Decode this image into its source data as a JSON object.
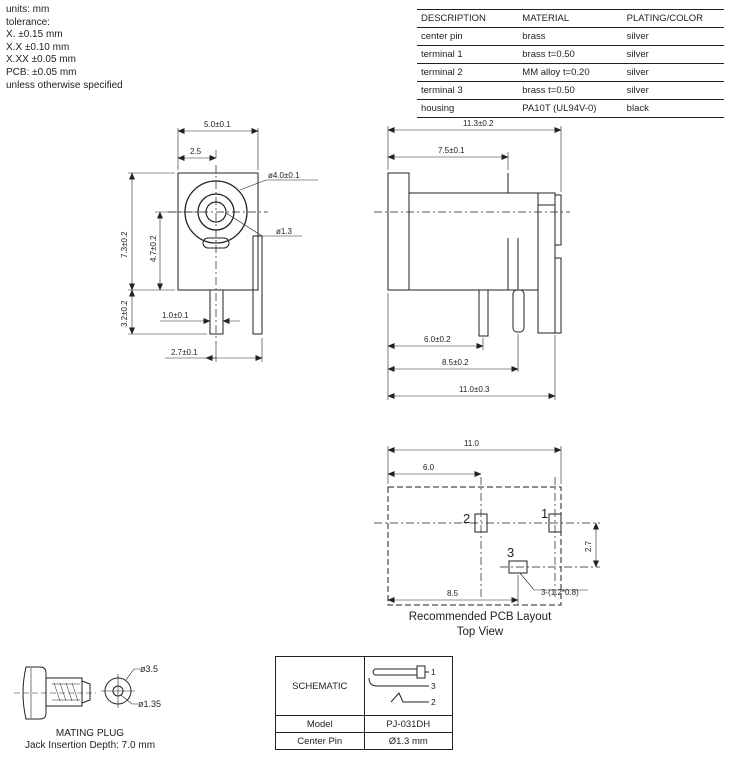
{
  "tolerance": {
    "lines": [
      "units: mm",
      "tolerance:",
      "X. ±0.15 mm",
      "X.X ±0.10 mm",
      "X.XX ±0.05 mm",
      "PCB: ±0.05 mm",
      "unless otherwise specified"
    ]
  },
  "materials": {
    "headers": [
      "DESCRIPTION",
      "MATERIAL",
      "PLATING/COLOR"
    ],
    "rows": [
      [
        "center pin",
        "brass",
        "silver"
      ],
      [
        "terminal 1",
        "brass t=0.50",
        "silver"
      ],
      [
        "terminal 2",
        "MM alloy t=0.20",
        "silver"
      ],
      [
        "terminal 3",
        "brass t=0.50",
        "silver"
      ],
      [
        "housing",
        "PA10T (UL94V-0)",
        "black"
      ]
    ]
  },
  "front_view": {
    "dim_width": "5.0±0.1",
    "dim_offset": "2.5",
    "dim_outer_dia": "ø4.0±0.1",
    "dim_pin_dia": "ø1.3",
    "dim_height": "7.3±0.2",
    "dim_center_height": "4.7±0.2",
    "dim_pin_length": "3.2±0.2",
    "dim_pin_width": "1.0±0.1",
    "dim_pin_spacing": "2.7±0.1"
  },
  "side_view": {
    "dim_total": "11.3±0.2",
    "dim_7_5": "7.5±0.1",
    "dim_6_0": "6.0±0.2",
    "dim_8_5": "8.5±0.2",
    "dim_11_0": "11.0±0.3"
  },
  "pcb_layout": {
    "dim_total": "11.0",
    "dim_6_0": "6.0",
    "dim_8_5": "8.5",
    "dim_2_7": "2.7",
    "pad_note": "3-(1.2*0.8)",
    "pin_labels": [
      "1",
      "2",
      "3"
    ],
    "caption_line1": "Recommended PCB Layout",
    "caption_line2": "Top View"
  },
  "mating_plug": {
    "dim_outer": "ø3.5",
    "dim_inner": "ø1.35",
    "caption_line1": "MATING PLUG",
    "caption_line2": "Jack Insertion Depth: 7.0 mm"
  },
  "schematic": {
    "label": "SCHEMATIC",
    "pin_labels": [
      "1",
      "3",
      "2"
    ],
    "model_label": "Model",
    "model_value": "PJ-031DH",
    "center_pin_label": "Center Pin",
    "center_pin_value": "Ø1.3 mm"
  }
}
